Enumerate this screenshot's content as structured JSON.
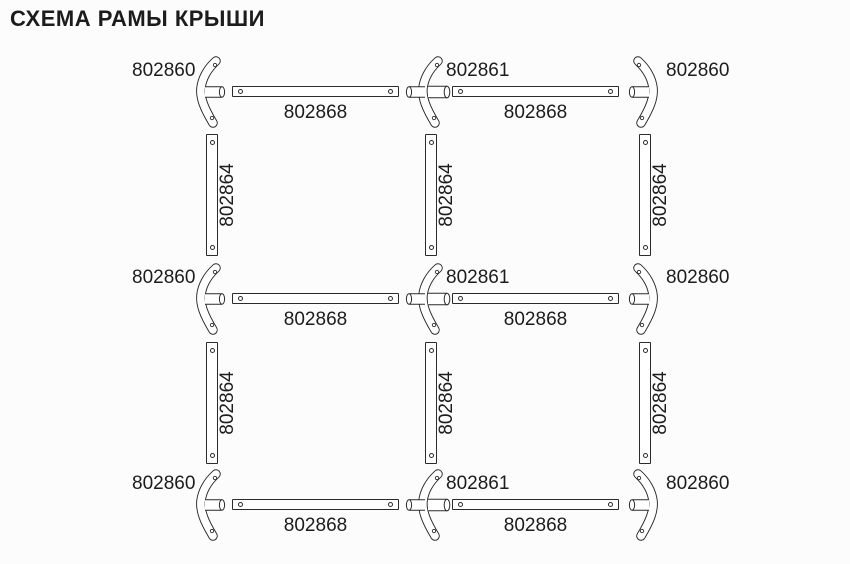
{
  "title": "СХЕМА РАМЫ КРЫШИ",
  "part_numbers": {
    "corner_connector": "802860",
    "tee_connector": "802861",
    "horizontal_bar": "802868",
    "vertical_bar": "802864"
  },
  "colors": {
    "line": "#2b2b2b",
    "text": "#1c1c1c",
    "background": "#fcfcfc",
    "part_fill": "#ffffff"
  }
}
